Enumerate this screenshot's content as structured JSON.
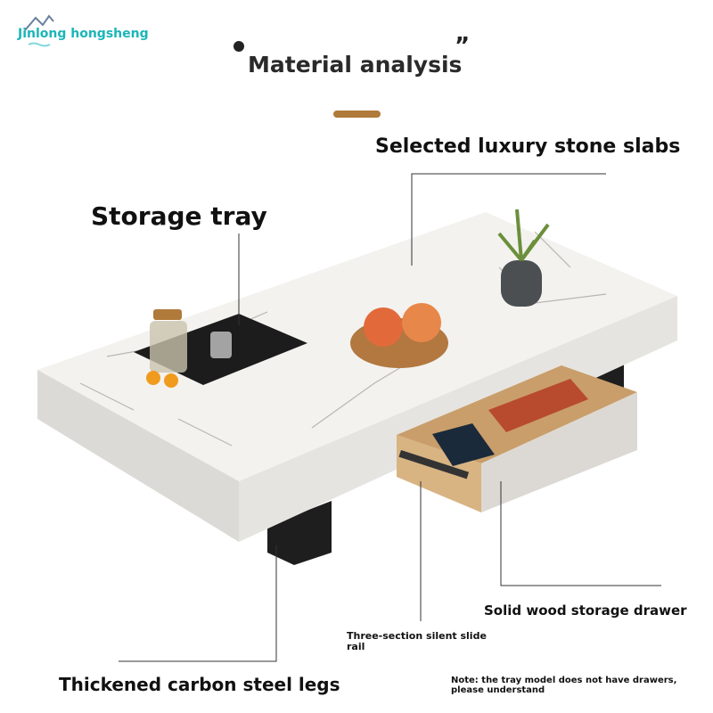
{
  "brand": {
    "logo_text": "Jinlong hongsheng"
  },
  "header": {
    "title": "Material analysis"
  },
  "labels": {
    "stone": "Selected luxury stone slabs",
    "tray": "Storage tray",
    "drawer": "Solid wood storage drawer",
    "rail": "Three-section silent slide rail",
    "legs": "Thickened carbon steel legs",
    "note": "Note: the tray model does not have drawers, please understand"
  },
  "colors": {
    "accent_bar": "#b07a3a",
    "logo": "#1bb5b8",
    "marble": "#f1f0ee",
    "legs": "#222222"
  }
}
